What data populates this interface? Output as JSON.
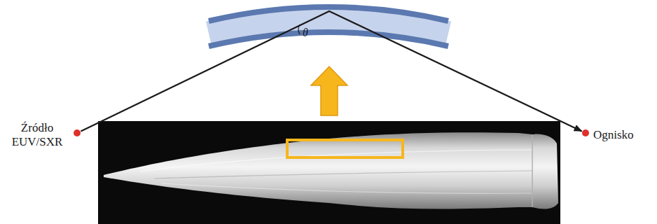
{
  "diagram": {
    "nodes": [
      {
        "text": [
          "Źródło EUV/SXR"
        ]
      },
      {
        "text": [
          "Ognisko"
        ]
      }
    ],
    "edges": [
      {
        "from": 0,
        "to": 1,
        "arrow": "to"
      }
    ],
    "labels": [
      "θ"
    ]
  }
}
